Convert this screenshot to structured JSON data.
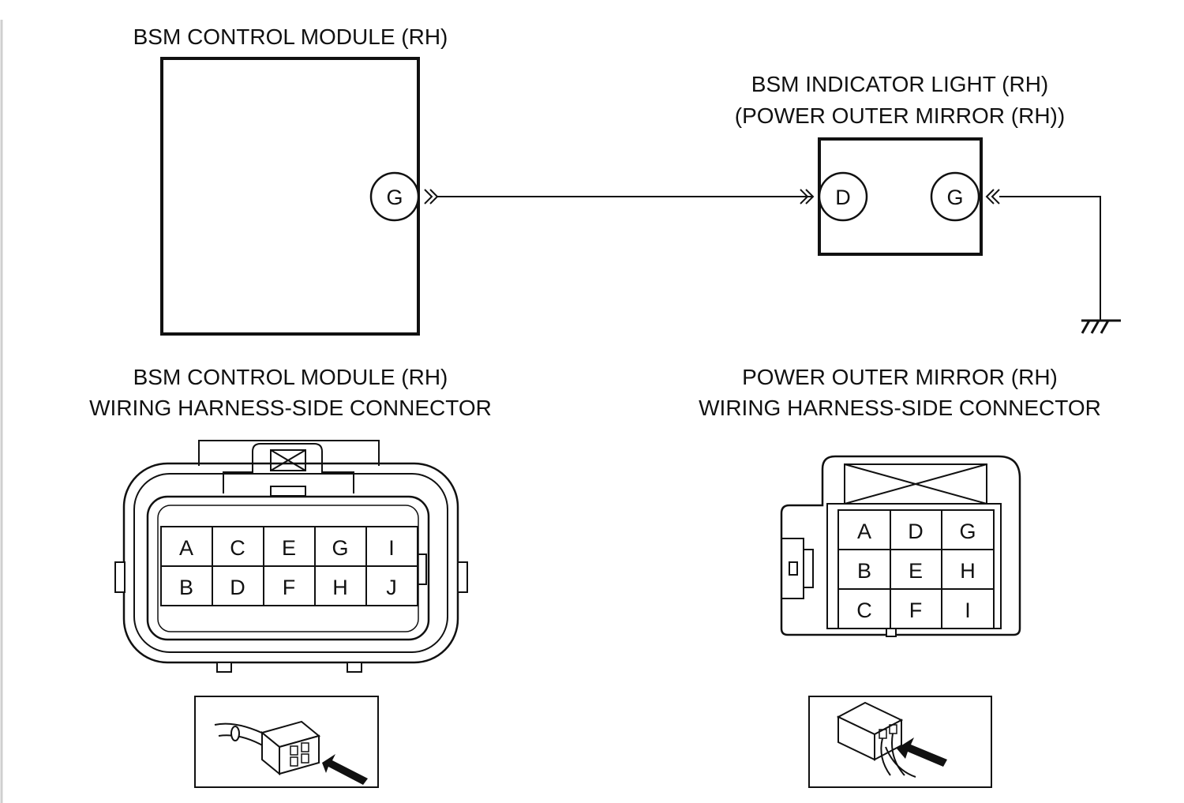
{
  "module": {
    "title": "BSM CONTROL MODULE (RH)",
    "terminal": "G"
  },
  "indicator": {
    "title_line1": "BSM INDICATOR LIGHT (RH)",
    "title_line2": "(POWER OUTER MIRROR (RH))",
    "terminal_left": "D",
    "terminal_right": "G"
  },
  "module_connector": {
    "title_line1": "BSM CONTROL MODULE (RH)",
    "title_line2": "WIRING HARNESS-SIDE CONNECTOR",
    "pins_top": [
      "A",
      "C",
      "E",
      "G",
      "I"
    ],
    "pins_bottom": [
      "B",
      "D",
      "F",
      "H",
      "J"
    ]
  },
  "mirror_connector": {
    "title_line1": "POWER OUTER MIRROR (RH)",
    "title_line2": "WIRING HARNESS-SIDE CONNECTOR",
    "pins": [
      [
        "A",
        "D",
        "G"
      ],
      [
        "B",
        "E",
        "H"
      ],
      [
        "C",
        "F",
        "I"
      ]
    ]
  }
}
